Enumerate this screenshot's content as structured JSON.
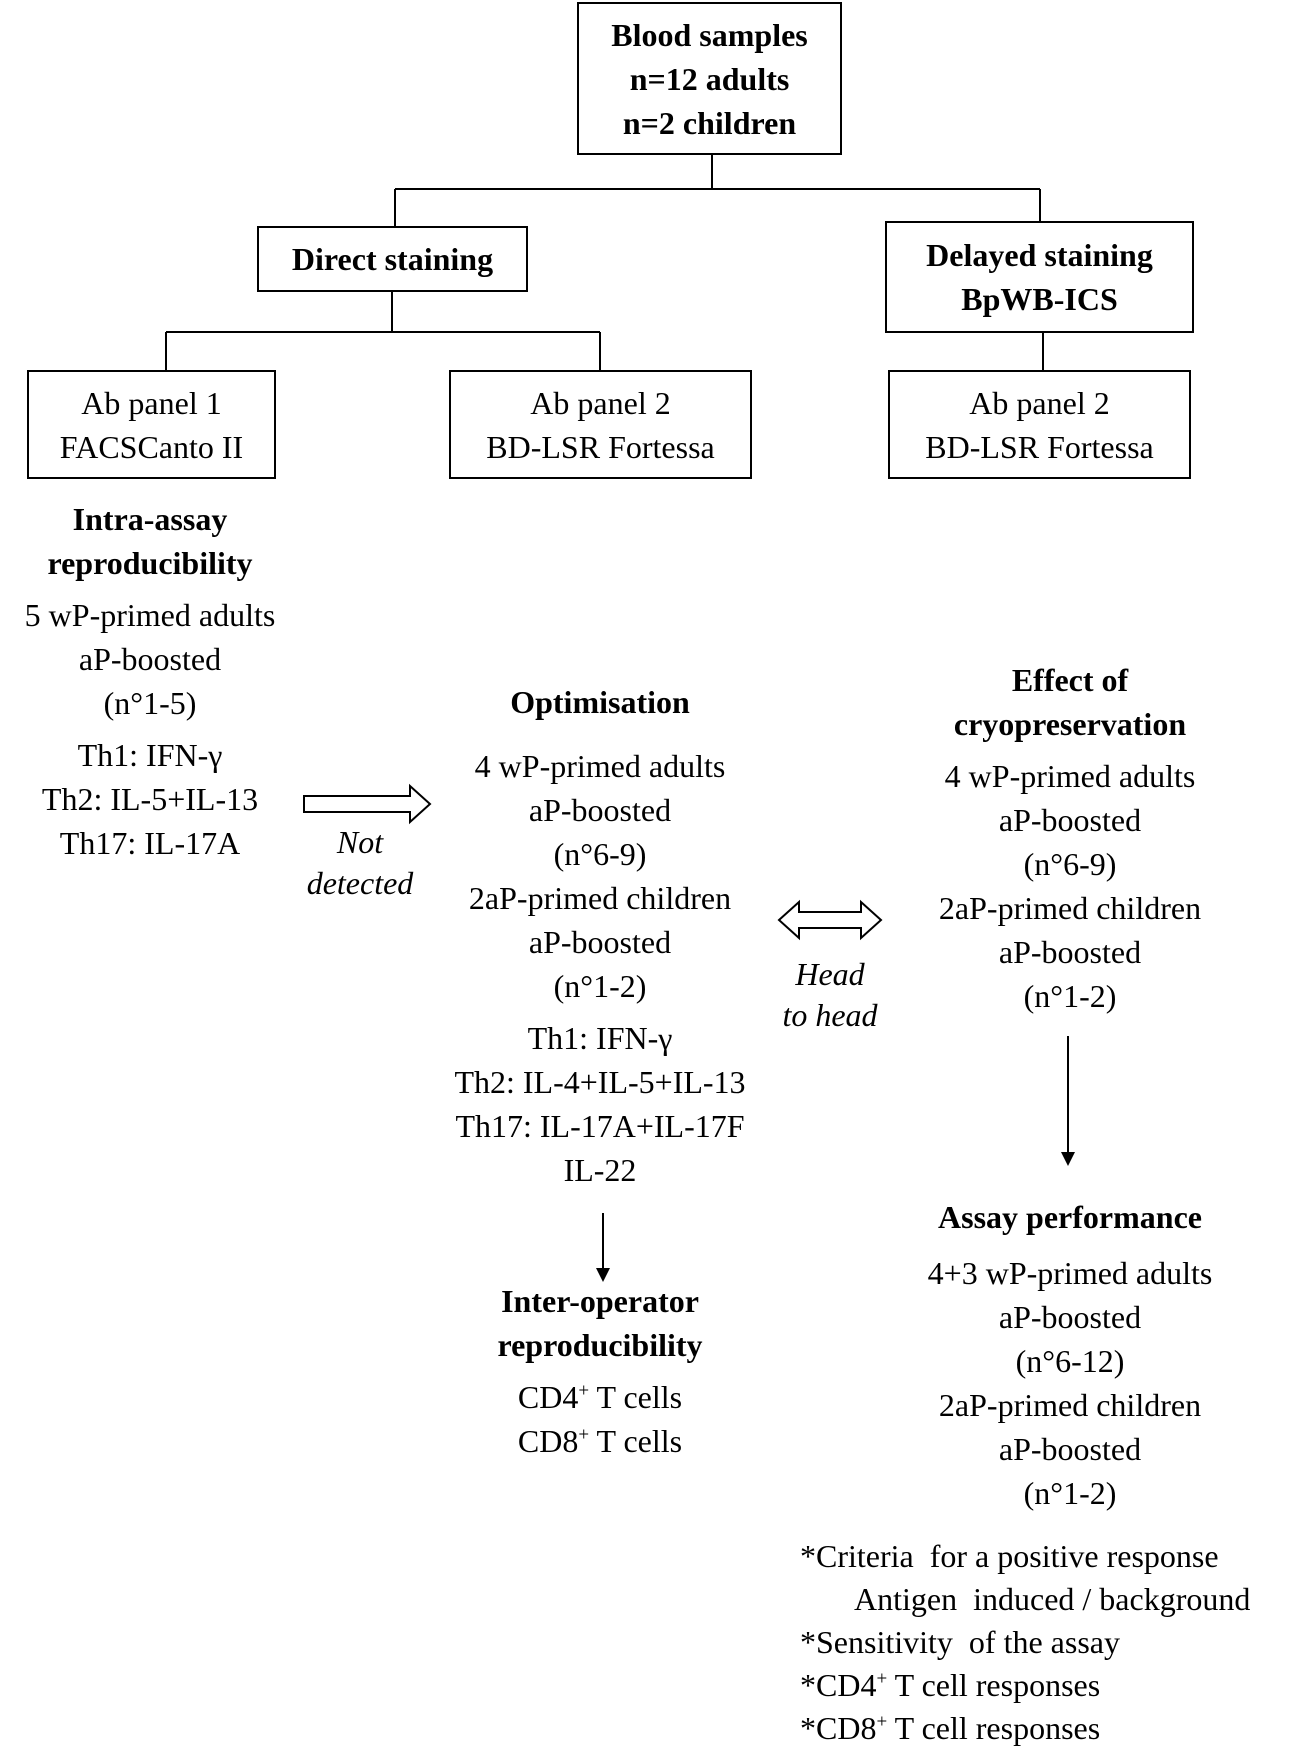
{
  "boxes": {
    "blood": {
      "line1": "Blood samples",
      "line2": "n=12 adults",
      "line3": "n=2 children"
    },
    "direct": {
      "line1": "Direct staining"
    },
    "delayed": {
      "line1": "Delayed staining",
      "line2": "BpWB-ICS"
    },
    "panel1": {
      "line1": "Ab panel  1",
      "line2": "FACSCanto II"
    },
    "panel2_direct": {
      "line1": "Ab panel  2",
      "line2": "BD-LSR Fortessa"
    },
    "panel2_delayed": {
      "line1": "Ab panel  2",
      "line2": "BD-LSR Fortessa"
    }
  },
  "intra_assay": {
    "heading1": "Intra-assay",
    "heading2": "reproducibility",
    "group1": "5 wP-primed adults",
    "group2": "aP-boosted",
    "group3": "(n°1-5)",
    "th1": "Th1: IFN-γ",
    "th2": "Th2: IL-5+IL-13",
    "th17": "Th17: IL-17A"
  },
  "arrow_not_detected": {
    "line1": "Not",
    "line2": "detected"
  },
  "optimisation": {
    "heading": "Optimisation",
    "a1": "4 wP-primed adults",
    "a2": "aP-boosted",
    "a3": "(n°6-9)",
    "c1": "2aP-primed children",
    "c2": "aP-boosted",
    "c3": "(n°1-2)",
    "th1": "Th1: IFN-γ",
    "th2": "Th2: IL-4+IL-5+IL-13",
    "th17": "Th17: IL-17A+IL-17F",
    "il22": "IL-22"
  },
  "head_to_head": {
    "line1": "Head",
    "line2": "to head"
  },
  "cryo": {
    "heading1": "Effect of",
    "heading2": "cryopreservation",
    "a1": "4 wP-primed adults",
    "a2": "aP-boosted",
    "a3": "(n°6-9)",
    "c1": "2aP-primed children",
    "c2": "aP-boosted",
    "c3": "(n°1-2)"
  },
  "inter_operator": {
    "heading1": "Inter-operator",
    "heading2": "reproducibility",
    "cd4_prefix": "CD4",
    "cd4_sup": "+",
    "cd4_suffix": " T cells",
    "cd8_prefix": "CD8",
    "cd8_sup": "+",
    "cd8_suffix": " T cells"
  },
  "assay_performance": {
    "heading": "Assay performance",
    "a1": "4+3 wP-primed adults",
    "a2": "aP-boosted",
    "a3": "(n°6-12)",
    "c1": "2aP-primed children",
    "c2": "aP-boosted",
    "c3": "(n°1-2)"
  },
  "notes": {
    "n1": "*Criteria  for a positive response",
    "n2": "Antigen  induced / background",
    "n3": "*Sensitivity  of the assay",
    "n4_prefix": "*CD4",
    "n4_sup": "+",
    "n4_suffix": " T cell responses",
    "n5_prefix": "*CD8",
    "n5_sup": "+",
    "n5_suffix": " T cell responses"
  }
}
